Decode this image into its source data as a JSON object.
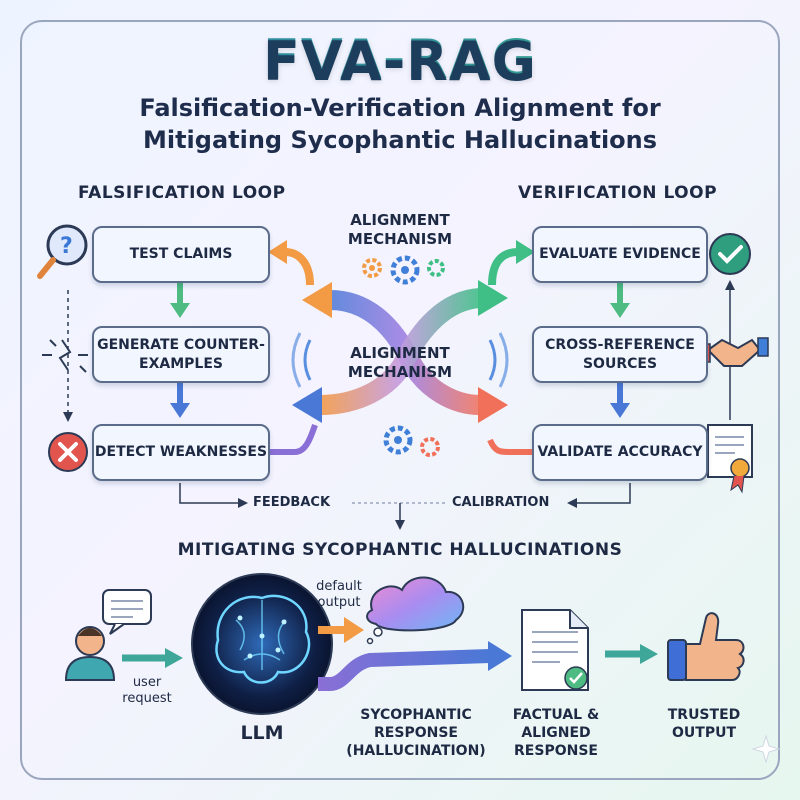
{
  "title": "FVA-RAG",
  "subtitle_line1": "Falsification-Verification Alignment for",
  "subtitle_line2": "Mitigating Sycophantic Hallucinations",
  "falsification": {
    "heading": "FALSIFICATION LOOP",
    "steps": [
      "TEST CLAIMS",
      "GENERATE COUNTER-EXAMPLES",
      "DETECT WEAKNESSES"
    ]
  },
  "verification": {
    "heading": "VERIFICATION LOOP",
    "steps": [
      "EVALUATE EVIDENCE",
      "CROSS-REFERENCE SOURCES",
      "VALIDATE ACCURACY"
    ]
  },
  "alignment_top": "ALIGNMENT MECHANISM",
  "alignment_center": "ALIGNMENT MECHANISM",
  "feedback": "FEEDBACK",
  "calibration": "CALIBRATION",
  "mitigation_heading": "MITIGATING SYCOPHANTIC HALLUCINATIONS",
  "bottom": {
    "user_request": "user request",
    "llm": "LLM",
    "default_output": "default output",
    "sycophantic": "SYCOPHANTIC RESPONSE (HALLUCINATION)",
    "factual": "FACTUAL & ALIGNED RESPONSE",
    "trusted": "TRUSTED OUTPUT"
  },
  "colors": {
    "orange": "#f39a45",
    "green": "#4dbb82",
    "blue": "#4a78d6",
    "purple": "#8a6fd6",
    "red": "#e2554f",
    "teal": "#2f9e9a"
  }
}
